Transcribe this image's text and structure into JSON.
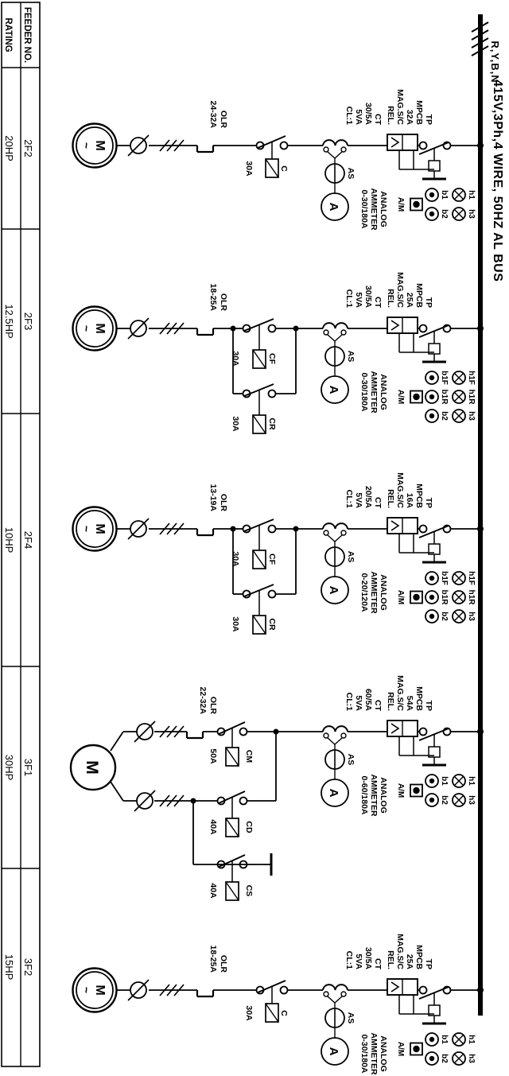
{
  "drawing": {
    "incomer_label": "R,Y,B,N",
    "bus_label": "415V,3Ph,4 WIRE, 50HZ AL BUS",
    "ammeter_symbol": "A",
    "line_color": "#000000",
    "background_color": "#ffffff"
  },
  "table": {
    "header_feeder": "FEEDER NO.",
    "header_rating": "RATING"
  },
  "feeders": [
    {
      "no": "2F2",
      "rating": "20HP",
      "starter": "DOL",
      "mpcb": [
        "TP",
        "MPCB",
        "32A",
        "MAG.S/C",
        "REL."
      ],
      "ct": [
        "CT",
        "30/5A",
        "5VA",
        "CL:1"
      ],
      "as_label": "AS",
      "ammeter": [
        "ANALOG",
        "AMMETER",
        "0-30/180A"
      ],
      "olr": [
        "OLR",
        "24-32A"
      ],
      "contactors": [
        {
          "name": "C",
          "rating": "30A"
        }
      ],
      "lamps": [
        "h1",
        "h3"
      ],
      "buttons": [
        "b1",
        "b2"
      ],
      "selector": "A/M",
      "motor": {
        "label": "M",
        "sub": "~"
      }
    },
    {
      "no": "2F3",
      "rating": "12.5HP",
      "starter": "REV",
      "mpcb": [
        "TP",
        "MPCB",
        "25A",
        "MAG.S/C",
        "REL."
      ],
      "ct": [
        "CT",
        "30/5A",
        "5VA",
        "CL:1"
      ],
      "as_label": "AS",
      "ammeter": [
        "ANALOG",
        "AMMETER",
        "0-30/180A"
      ],
      "olr": [
        "OLR",
        "18-25A"
      ],
      "contactors": [
        {
          "name": "CF",
          "rating": "30A"
        },
        {
          "name": "CR",
          "rating": "30A"
        }
      ],
      "lamps": [
        "h1F",
        "h1R",
        "h3"
      ],
      "buttons": [
        "b1F",
        "b1R",
        "b2"
      ],
      "selector": "A/M",
      "motor": {
        "label": "M",
        "sub": "~"
      }
    },
    {
      "no": "2F4",
      "rating": "10HP",
      "starter": "REV",
      "mpcb": [
        "TP",
        "MPCB",
        "16A",
        "MAG.S/C",
        "REL."
      ],
      "ct": [
        "CT",
        "20/5A",
        "5VA",
        "CL:1"
      ],
      "as_label": "AS",
      "ammeter": [
        "ANALOG",
        "AMMETER",
        "0-20/120A"
      ],
      "olr": [
        "OLR",
        "13-19A"
      ],
      "contactors": [
        {
          "name": "CF",
          "rating": "30A"
        },
        {
          "name": "CR",
          "rating": "30A"
        }
      ],
      "lamps": [
        "h1F",
        "h1R",
        "h3"
      ],
      "buttons": [
        "b1F",
        "b1R",
        "b2"
      ],
      "selector": "A/M",
      "motor": {
        "label": "M",
        "sub": "~"
      }
    },
    {
      "no": "3F1",
      "rating": "30HP",
      "starter": "SD",
      "mpcb": [
        "TP",
        "MPCB",
        "54A",
        "MAG.S/C",
        "REL."
      ],
      "ct": [
        "CT",
        "60/5A",
        "5VA",
        "CL:1"
      ],
      "as_label": "AS",
      "ammeter": [
        "ANALOG",
        "AMMETER",
        "0-60/180A"
      ],
      "olr": [
        "OLR",
        "22-32A"
      ],
      "contactors": [
        {
          "name": "CM",
          "rating": "50A"
        },
        {
          "name": "CD",
          "rating": "40A"
        },
        {
          "name": "CS",
          "rating": "40A"
        }
      ],
      "lamps": [
        "h1",
        "h3"
      ],
      "buttons": [
        "b1",
        "b2"
      ],
      "selector": "A/M",
      "motor": {
        "label": "M",
        "sub": ""
      }
    },
    {
      "no": "3F2",
      "rating": "15HP",
      "starter": "DOL",
      "mpcb": [
        "TP",
        "MPCB",
        "25A",
        "MAG.S/C",
        "REL."
      ],
      "ct": [
        "CT",
        "30/5A",
        "5VA",
        "CL:1"
      ],
      "as_label": "AS",
      "ammeter": [
        "ANALOG",
        "AMMETER",
        "0-30/180A"
      ],
      "olr": [
        "OLR",
        "18-25A"
      ],
      "contactors": [
        {
          "name": "C",
          "rating": "30A"
        }
      ],
      "lamps": [
        "h1",
        "h3"
      ],
      "buttons": [
        "b1",
        "b2"
      ],
      "selector": "A/M",
      "motor": {
        "label": "M",
        "sub": "~"
      }
    }
  ]
}
